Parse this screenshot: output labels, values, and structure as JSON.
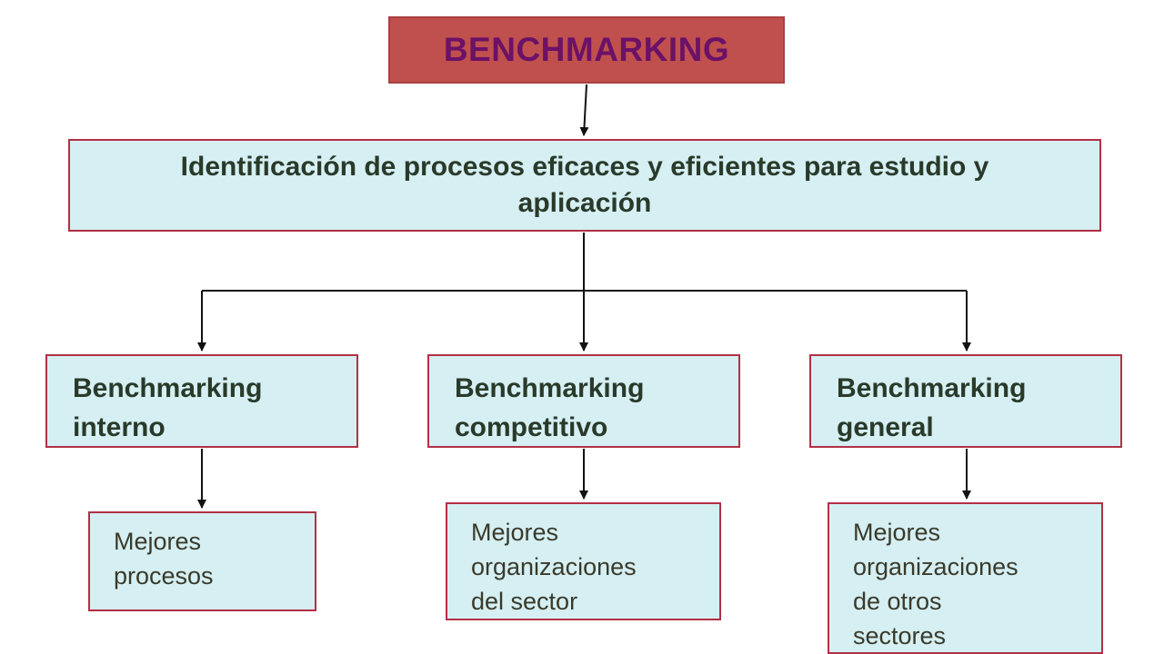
{
  "diagram": {
    "title": "BENCHMARKING",
    "main": "Identificación de procesos eficaces y eficientes para estudio y aplicación",
    "types": [
      {
        "label": "Benchmarking\ninterno",
        "result": "Mejores\nprocesos"
      },
      {
        "label": "Benchmarking\ncompetitivo",
        "result": "Mejores\norganizaciones\ndel sector"
      },
      {
        "label": "Benchmarking\ngeneral",
        "result": "Mejores\norganizaciones\nde otros\nsectores"
      }
    ]
  },
  "colors": {
    "title_fill": "#c0504d",
    "title_text": "#6b1167",
    "box_fill": "#d5eff3",
    "box_border": "#b23045"
  }
}
